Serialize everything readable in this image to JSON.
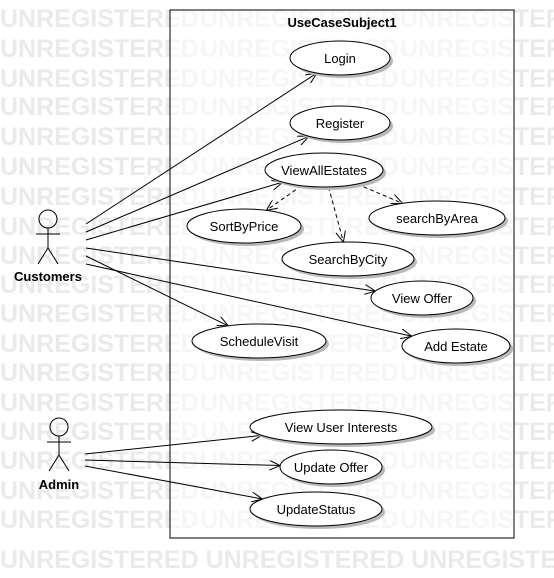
{
  "watermark": {
    "text": "UNREGISTERED",
    "last_line": "UNREGISTERED UNREGISTERED UNREGISTE"
  },
  "subject": {
    "title": "UseCaseSubject1"
  },
  "actors": [
    {
      "id": "customers",
      "label": "Customers"
    },
    {
      "id": "admin",
      "label": "Admin"
    }
  ],
  "use_cases": [
    {
      "id": "login",
      "label": "Login"
    },
    {
      "id": "register",
      "label": "Register"
    },
    {
      "id": "viewallestates",
      "label": "ViewAllEstates"
    },
    {
      "id": "sortbyprice",
      "label": "SortByPrice"
    },
    {
      "id": "searchbyarea",
      "label": "searchByArea"
    },
    {
      "id": "searchbycity",
      "label": "SearchByCity"
    },
    {
      "id": "viewoffer",
      "label": "View Offer"
    },
    {
      "id": "schedulevisit",
      "label": "ScheduleVisit"
    },
    {
      "id": "addestate",
      "label": "Add Estate"
    },
    {
      "id": "viewuserinterests",
      "label": "View User Interests"
    },
    {
      "id": "updateoffer",
      "label": "Update Offer"
    },
    {
      "id": "updatestatus",
      "label": "UpdateStatus"
    }
  ],
  "associations": [
    {
      "from": "customers",
      "to": "login"
    },
    {
      "from": "customers",
      "to": "register"
    },
    {
      "from": "customers",
      "to": "viewallestates"
    },
    {
      "from": "customers",
      "to": "viewoffer"
    },
    {
      "from": "customers",
      "to": "schedulevisit"
    },
    {
      "from": "customers",
      "to": "addestate"
    },
    {
      "from": "admin",
      "to": "viewuserinterests"
    },
    {
      "from": "admin",
      "to": "updateoffer"
    },
    {
      "from": "admin",
      "to": "updatestatus"
    }
  ],
  "dependencies": [
    {
      "from": "viewallestates",
      "to": "sortbyprice"
    },
    {
      "from": "viewallestates",
      "to": "searchbycity"
    },
    {
      "from": "viewallestates",
      "to": "searchbyarea"
    }
  ]
}
